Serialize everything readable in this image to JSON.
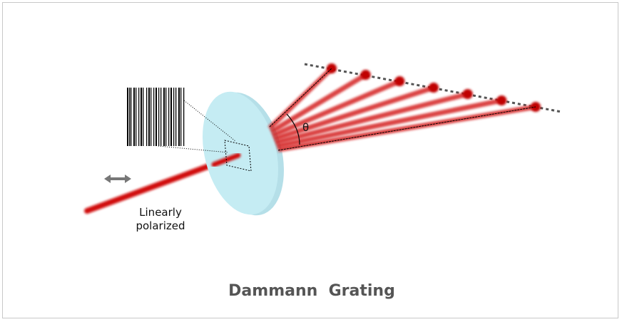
{
  "diagram": {
    "title": "Dammann  Grating",
    "input_label_line1": "Linearly",
    "input_label_line2": "polarized",
    "angle_label": "θ",
    "diffraction_orders": 7,
    "colors": {
      "beam": "#c00000",
      "grating": "#c5ecf3",
      "title": "#555555"
    }
  }
}
